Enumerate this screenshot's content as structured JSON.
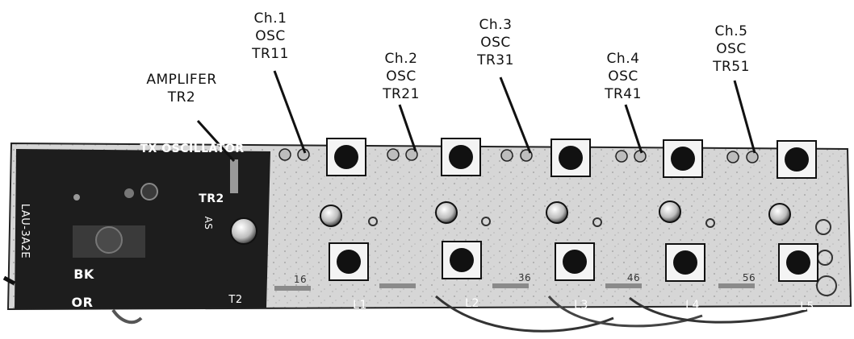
{
  "callouts": {
    "amplifier": {
      "line1": "AMPLIFER",
      "line2": "TR2"
    },
    "ch1": {
      "line1": "Ch.1",
      "line2": "OSC",
      "line3": "TR11"
    },
    "ch2": {
      "line1": "Ch.2",
      "line2": "OSC",
      "line3": "TR21"
    },
    "ch3": {
      "line1": "Ch.3",
      "line2": "OSC",
      "line3": "TR31"
    },
    "ch4": {
      "line1": "Ch.4",
      "line2": "OSC",
      "line3": "TR41"
    },
    "ch5": {
      "line1": "Ch.5",
      "line2": "OSC",
      "line3": "TR51"
    }
  },
  "board_markings": {
    "section_title": "TX OSCILLATOR",
    "model": "LAU-3A2E",
    "tr2_mark": "TR2",
    "as_mark": "AS",
    "t2_mark": "T2",
    "bk_mark": "BK",
    "or_mark": "OR",
    "coil_labels": [
      "L1",
      "L2",
      "L3",
      "L4",
      "L5"
    ],
    "part_numbers": [
      "16",
      "36",
      "46",
      "56"
    ]
  },
  "colors": {
    "ink": "#111111",
    "board": "#d8d8d8",
    "board_dark": "#1a1a1a",
    "background": "#ffffff"
  }
}
